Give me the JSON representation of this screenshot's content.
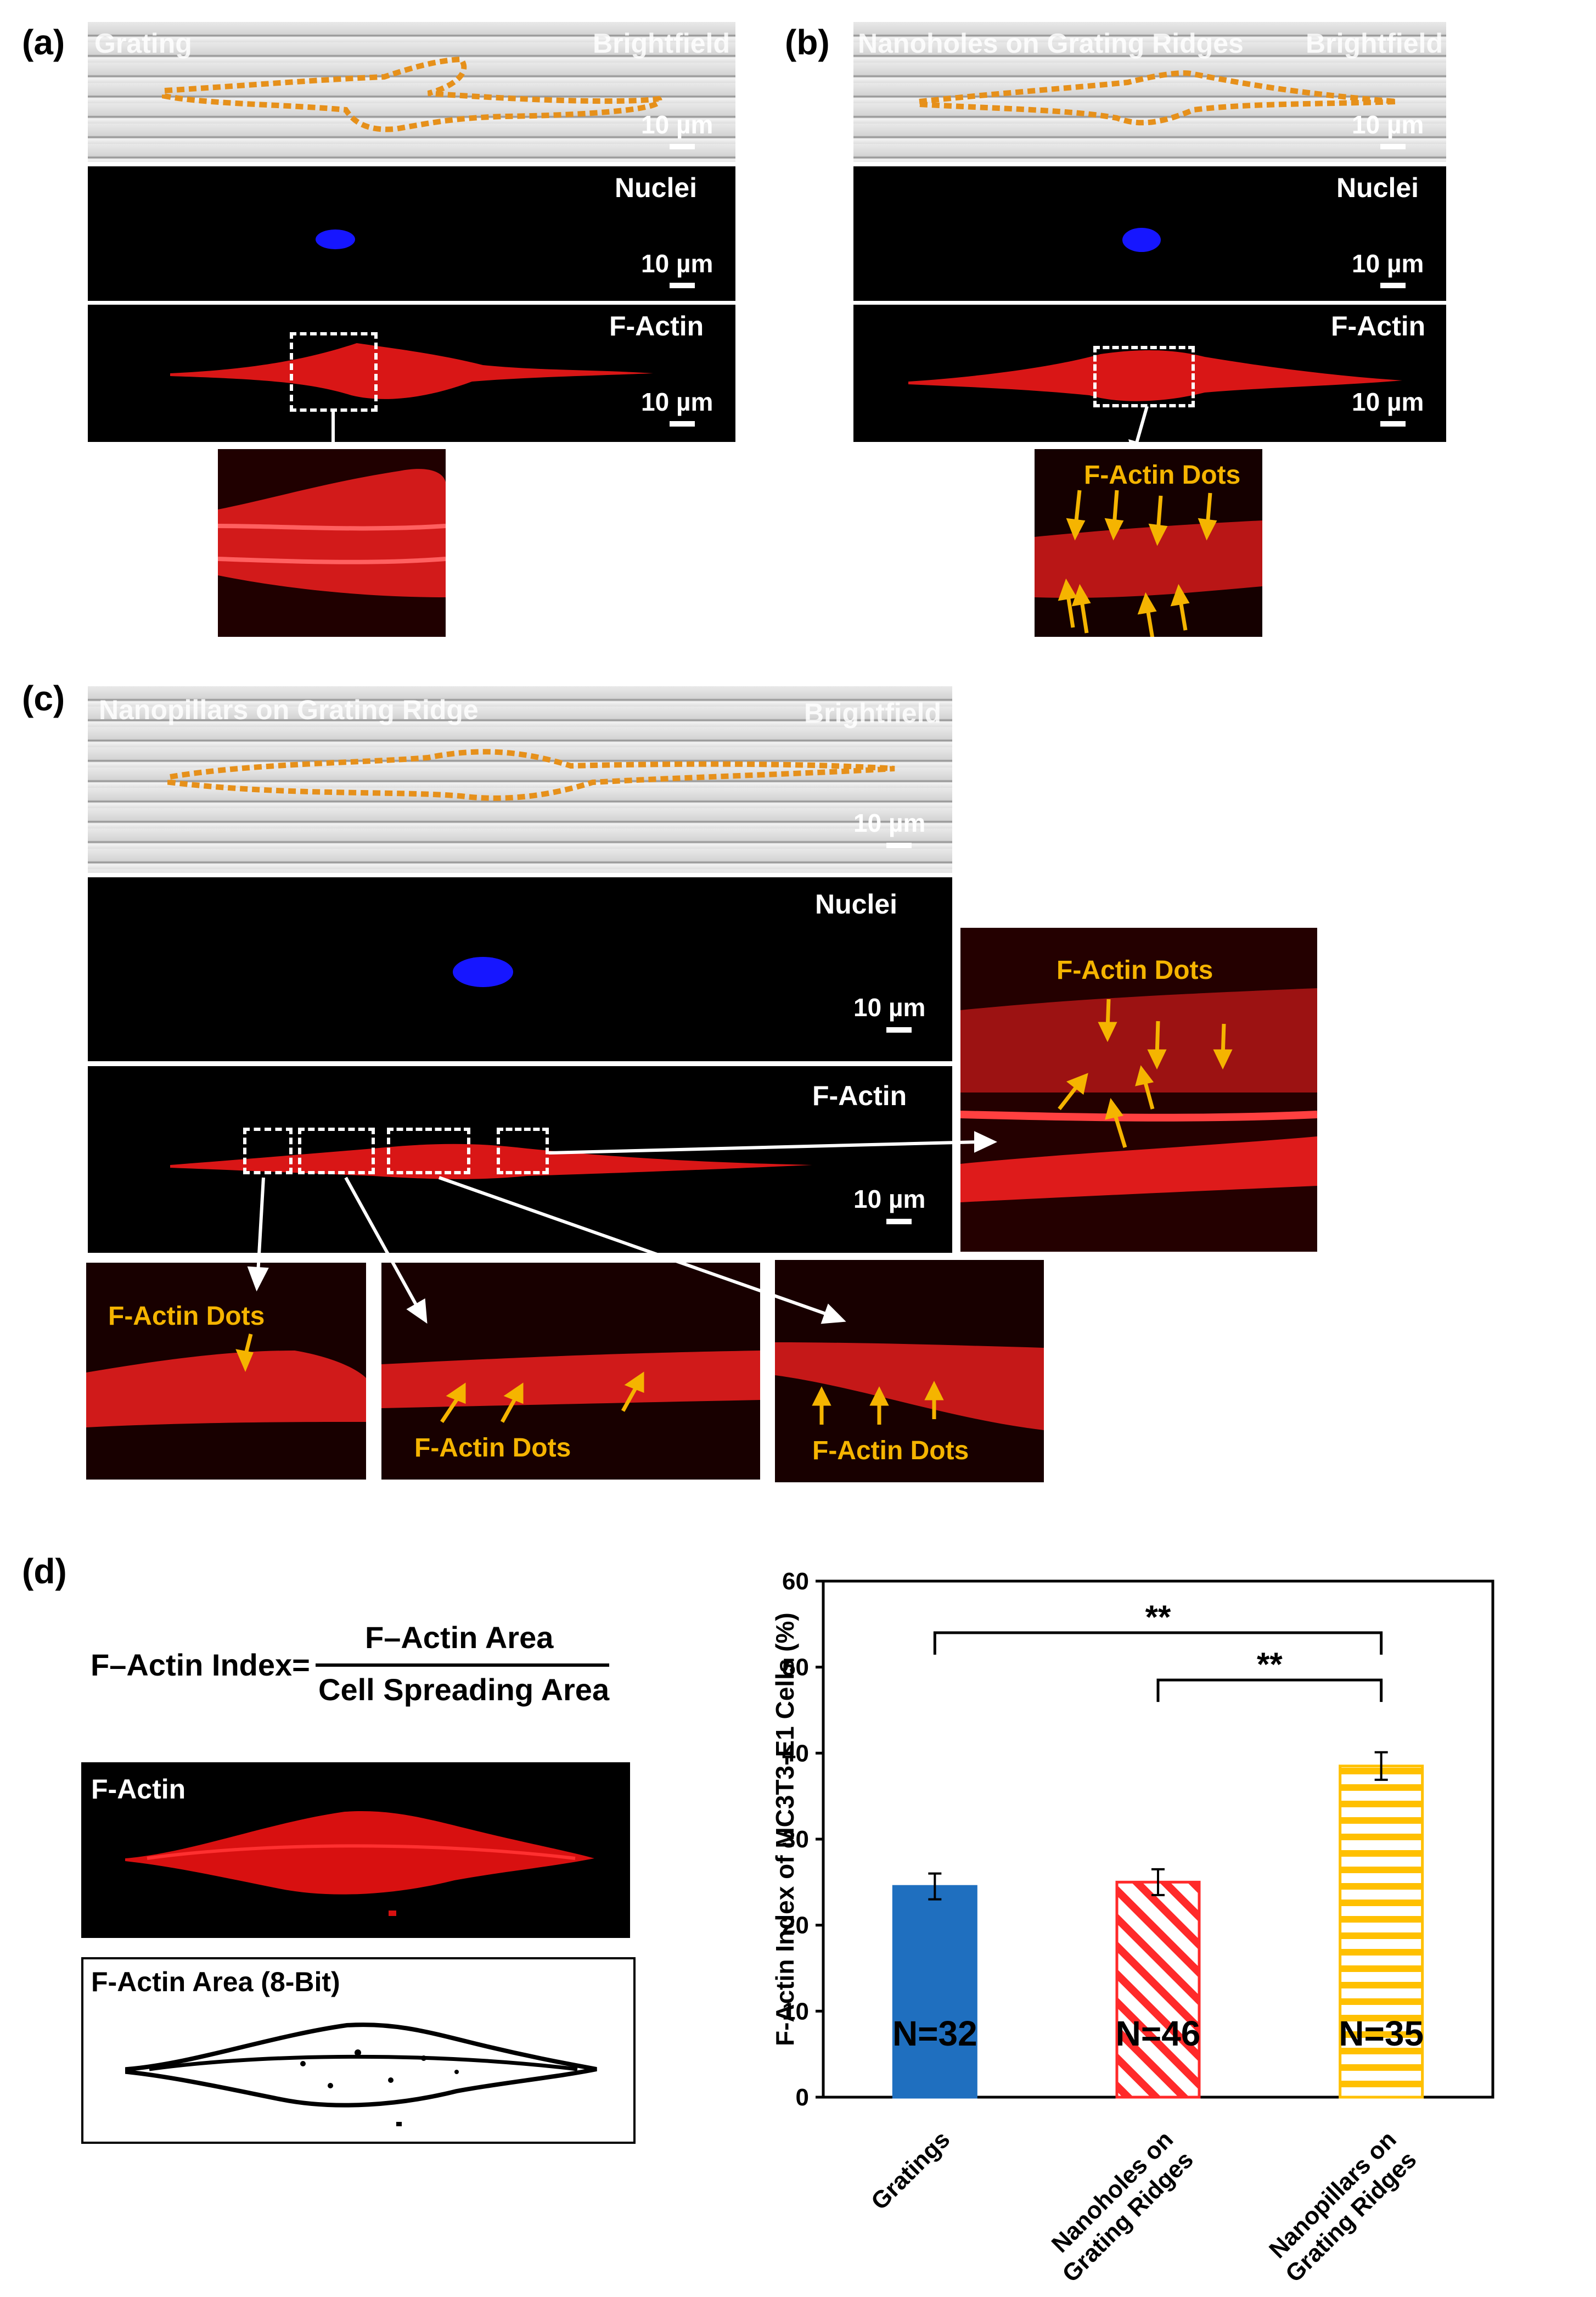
{
  "panels": {
    "a": {
      "label": "(a)",
      "brightfield_title": "Grating",
      "brightfield_tag": "Brightfield",
      "nuclei_tag": "Nuclei",
      "factin_tag": "F-Actin",
      "scalebar": "10 µm"
    },
    "b": {
      "label": "(b)",
      "brightfield_title": "Nanoholes on Grating Ridges",
      "brightfield_tag": "Brightfield",
      "nuclei_tag": "Nuclei",
      "factin_tag": "F-Actin",
      "scalebar": "10 µm",
      "inset_label": "F-Actin Dots"
    },
    "c": {
      "label": "(c)",
      "brightfield_title": "Nanopillars on Grating Ridge",
      "brightfield_tag": "Brightfield",
      "nuclei_tag": "Nuclei",
      "factin_tag": "F-Actin",
      "scalebar": "10 µm",
      "inset_label": "F-Actin Dots"
    },
    "d": {
      "label": "(d)",
      "formula_left": "F–Actin Index=",
      "formula_num": "F–Actin Area",
      "formula_den": "Cell Spreading Area",
      "factin_img_label": "F-Actin",
      "area_img_label": "F-Actin Area (8-Bit)"
    }
  },
  "chart_data": {
    "type": "bar",
    "ylabel": "F-Actin Index of MC3T3-E1 Cells (%)",
    "ylim": [
      0,
      60
    ],
    "yticks": [
      0,
      10,
      20,
      30,
      40,
      50,
      60
    ],
    "categories": [
      "Gratings",
      "Nanoholes on Grating Ridges",
      "Nanopillars on Grating Ridges"
    ],
    "values": [
      24.5,
      25.0,
      38.5
    ],
    "errors": [
      1.5,
      1.5,
      1.6
    ],
    "counts": [
      "N=32",
      "N=46",
      "N=35"
    ],
    "significance": [
      {
        "from": 0,
        "to": 2,
        "label": "**"
      },
      {
        "from": 1,
        "to": 2,
        "label": "**"
      }
    ],
    "colors": [
      "#1f6fbf",
      "#ff2a2a",
      "#ffc000"
    ],
    "fills": [
      "solid",
      "diagonal-stripes",
      "horizontal-stripes"
    ]
  }
}
